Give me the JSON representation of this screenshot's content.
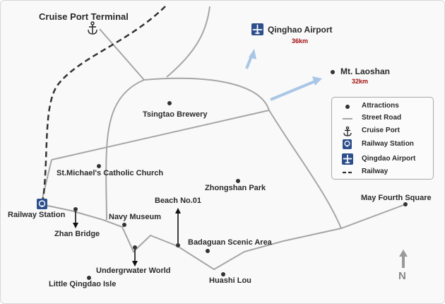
{
  "places": {
    "cruise_port_terminal": "Cruise Port Terminal",
    "qingdao_airport": "Qinghao Airport",
    "qingdao_airport_distance": "36km",
    "mt_laoshan": "Mt. Laoshan",
    "mt_laoshan_distance": "32km",
    "tsingtao_brewery": "Tsingtao Brewery",
    "st_michaels": "St.Michael's Catholic Church",
    "zhongshan_park": "Zhongshan Park",
    "railway_station": "Railway Station",
    "beach_no01": "Beach No.01",
    "may_fourth_square": "May Fourth Square",
    "navy_museum": "Navy Museum",
    "zhan_bridge": "Zhan Bridge",
    "badaguan": "Badaguan Scenic Area",
    "underwater_world": "Undergrwater World",
    "huashi_lou": "Huashi Lou",
    "little_qingdao_isle": "Little Qingdao Isle"
  },
  "legend": {
    "attractions": "Attractions",
    "street_road": "Street Road",
    "cruise_port": "Cruise Port",
    "railway_station": "Railway Station",
    "qingdao_airport": "Qingdao Airport",
    "railway": "Railway"
  },
  "compass": {
    "north": "N"
  },
  "colors": {
    "road": "#a6a6a6",
    "railway": "#333333",
    "direction_arrow": "#a9c6e6",
    "distance_text": "#a01010",
    "icon_blue": "#2d4f8c"
  },
  "icons": {
    "cruise_port": "anchor-icon",
    "airport": "airplane-icon",
    "railway_station": "train-icon"
  }
}
